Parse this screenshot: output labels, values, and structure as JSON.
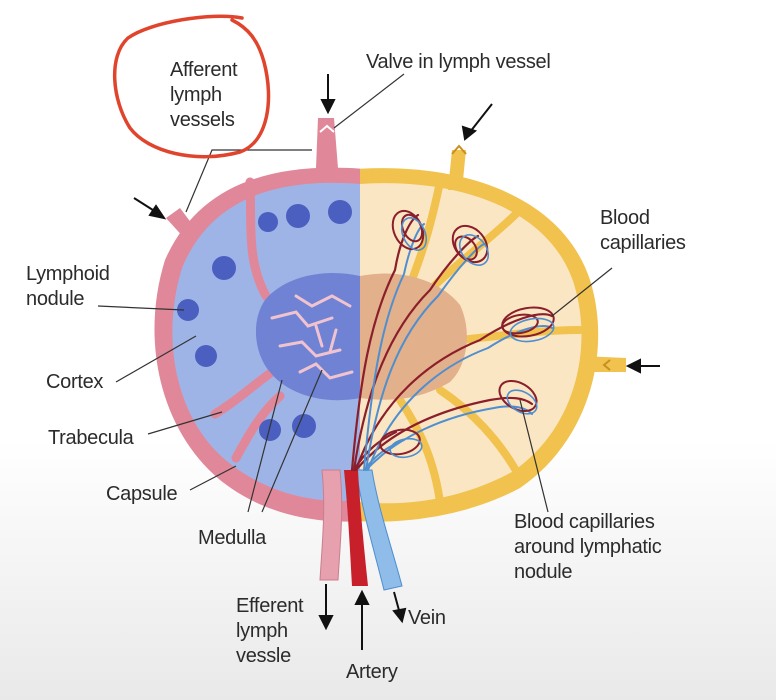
{
  "labels": {
    "afferent": [
      "Afferent",
      "lymph",
      "vessels"
    ],
    "valve": "Valve in lymph vessel",
    "blood_capillaries": [
      "Blood",
      "capillaries"
    ],
    "lymphoid_nodule": [
      "Lymphoid",
      "nodule"
    ],
    "cortex": "Cortex",
    "trabecula": "Trabecula",
    "capsule": "Capsule",
    "medulla": "Medulla",
    "blood_capillaries_nodule": [
      "Blood capillaries",
      "around lymphatic",
      "nodule"
    ],
    "efferent": [
      "Efferent",
      "lymph",
      "vessle"
    ],
    "vein": "Vein",
    "artery": "Artery"
  },
  "colors": {
    "capsule_pink": "#e0889a",
    "cortex_blue": "#9fb4e6",
    "medulla_blue": "#6f82d4",
    "nodule_dark": "#4a5fbf",
    "vascular_yellow": "#f2c24e",
    "vascular_cream": "#fbe6c4",
    "annotation_red": "#e0442c",
    "artery_red": "#c8202b",
    "vein_blue": "#4f8fd0"
  }
}
